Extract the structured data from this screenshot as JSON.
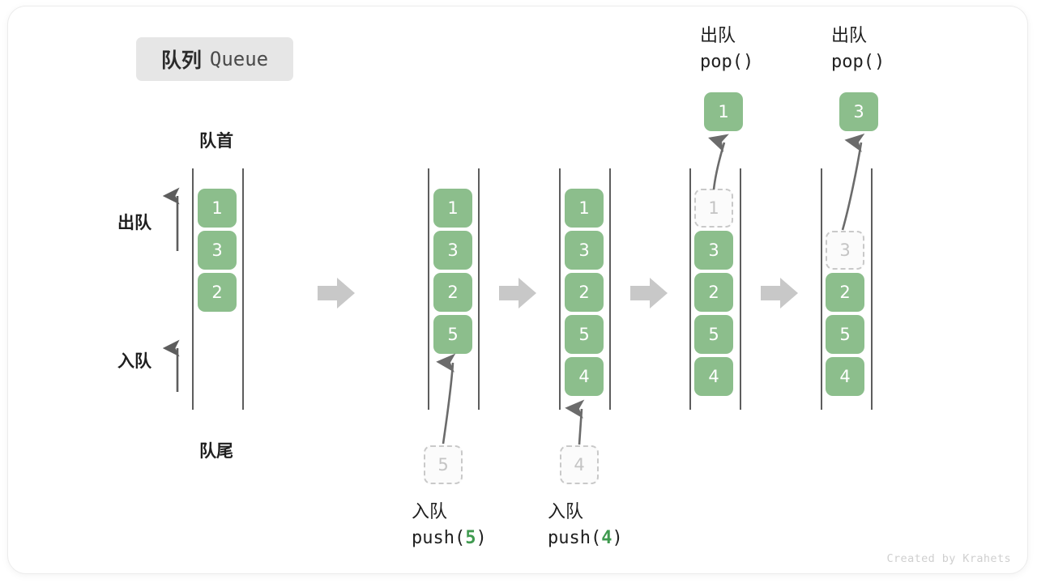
{
  "title": {
    "cn": "队列",
    "en": "Queue"
  },
  "labels": {
    "head": "队首",
    "tail": "队尾",
    "dequeue": "出队",
    "enqueue": "入队"
  },
  "credit": "Created by Krahets",
  "colors": {
    "element": "#8cbe8c",
    "element_text": "#ffffff",
    "ghost_border": "#c9c9c9",
    "ghost_text": "#c4c4c4",
    "rail": "#5d5d5d",
    "flow_arrow": "#c8c8c8",
    "accent_code": "#3f9a4f",
    "chip_bg": "#e6e6e6"
  },
  "stages": [
    {
      "id": "initial",
      "items": [
        {
          "value": "1",
          "state": "filled"
        },
        {
          "value": "3",
          "state": "filled"
        },
        {
          "value": "2",
          "state": "filled"
        }
      ]
    },
    {
      "id": "after-push-5",
      "items": [
        {
          "value": "1",
          "state": "filled"
        },
        {
          "value": "3",
          "state": "filled"
        },
        {
          "value": "2",
          "state": "filled"
        },
        {
          "value": "5",
          "state": "filled"
        }
      ],
      "incoming": {
        "value": "5",
        "state": "ghost"
      },
      "caption": {
        "cn": "入队",
        "fn": "push(",
        "arg": "5",
        "fn_end": ")"
      }
    },
    {
      "id": "after-push-4",
      "items": [
        {
          "value": "1",
          "state": "filled"
        },
        {
          "value": "3",
          "state": "filled"
        },
        {
          "value": "2",
          "state": "filled"
        },
        {
          "value": "5",
          "state": "filled"
        },
        {
          "value": "4",
          "state": "filled"
        }
      ],
      "incoming": {
        "value": "4",
        "state": "ghost"
      },
      "caption": {
        "cn": "入队",
        "fn": "push(",
        "arg": "4",
        "fn_end": ")"
      }
    },
    {
      "id": "after-pop-1",
      "items": [
        {
          "value": "1",
          "state": "ghost"
        },
        {
          "value": "3",
          "state": "filled"
        },
        {
          "value": "2",
          "state": "filled"
        },
        {
          "value": "5",
          "state": "filled"
        },
        {
          "value": "4",
          "state": "filled"
        }
      ],
      "outgoing": {
        "value": "1",
        "state": "filled"
      },
      "caption": {
        "cn": "出队",
        "fn": "pop()"
      }
    },
    {
      "id": "after-pop-3",
      "items": [
        {
          "value": "",
          "state": "empty"
        },
        {
          "value": "3",
          "state": "ghost"
        },
        {
          "value": "2",
          "state": "filled"
        },
        {
          "value": "5",
          "state": "filled"
        },
        {
          "value": "4",
          "state": "filled"
        }
      ],
      "outgoing": {
        "value": "3",
        "state": "filled"
      },
      "caption": {
        "cn": "出队",
        "fn": "pop()"
      }
    }
  ]
}
